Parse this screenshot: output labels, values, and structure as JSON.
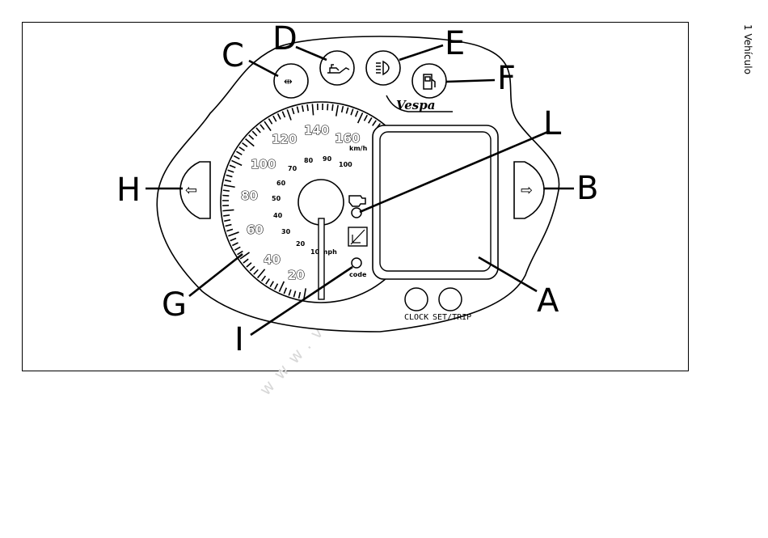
{
  "side_header": {
    "text": "1 Vehículo"
  },
  "callouts": {
    "A": "A",
    "B": "B",
    "C": "C",
    "D": "D",
    "E": "E",
    "F": "F",
    "G": "G",
    "H": "H",
    "I": "I",
    "L": "L"
  },
  "speedometer": {
    "kmh_labels": [
      "20",
      "40",
      "60",
      "80",
      "100",
      "120",
      "140",
      "160"
    ],
    "kmh_unit": "km/h",
    "mph_labels": [
      "10",
      "20",
      "30",
      "40",
      "50",
      "60",
      "70",
      "80",
      "90",
      "100"
    ],
    "mph_unit": "mph"
  },
  "brand": {
    "logo_text": "Vespa"
  },
  "warning": {
    "code_label": "code"
  },
  "buttons": {
    "clock": "CLOCK",
    "set_trip": "SET/TRIP"
  },
  "watermark": {
    "text": "www.vespania.es"
  }
}
